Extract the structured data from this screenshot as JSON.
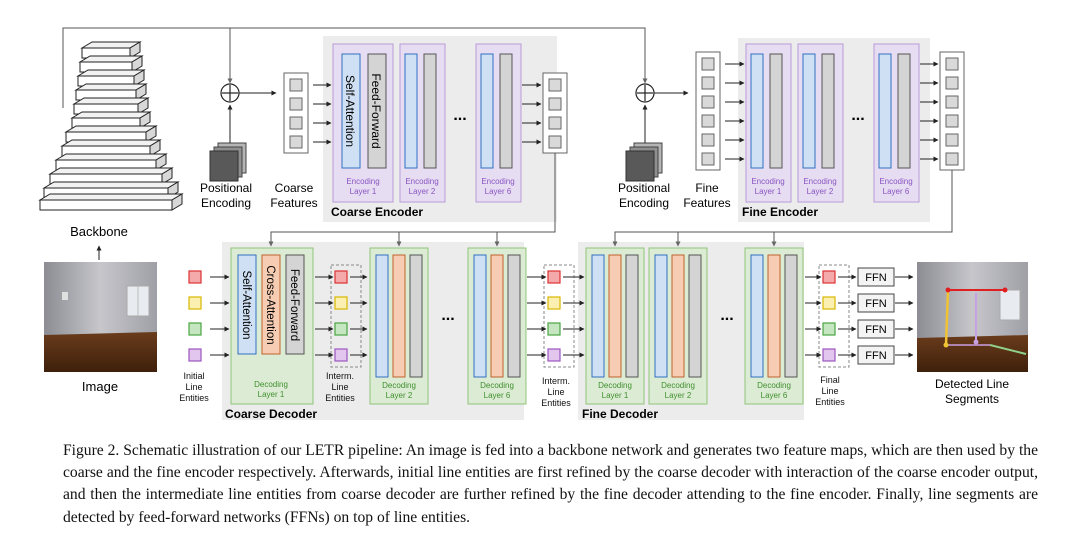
{
  "labels": {
    "backbone": "Backbone",
    "image": "Image",
    "positional_encoding_line1": "Positional",
    "positional_encoding_line2": "Encoding",
    "coarse_features_line1": "Coarse",
    "coarse_features_line2": "Features",
    "fine_features_line1": "Fine",
    "fine_features_line2": "Features",
    "coarse_encoder": "Coarse Encoder",
    "fine_encoder": "Fine Encoder",
    "coarse_decoder": "Coarse Decoder",
    "fine_decoder": "Fine Decoder",
    "self_attention": "Self-Attention",
    "cross_attention": "Cross-Attention",
    "feed_forward": "Feed-Forward",
    "ellipsis": "...",
    "plus": "+",
    "encoding": "Encoding",
    "decoding": "Decoding",
    "layer_1": "Layer 1",
    "layer_2": "Layer 2",
    "layer_6": "Layer 6",
    "initial_line_entities": [
      "Initial",
      "Line",
      "Entities"
    ],
    "interm_line_entities_coarse": [
      "Interm.",
      "Line",
      "Entities"
    ],
    "interm_line_entities_fine": [
      "Interm.",
      "Line",
      "Entities"
    ],
    "final_line_entities": [
      "Final",
      "Line",
      "Entities"
    ],
    "ffn": "FFN",
    "detected_line_segments_line1": "Detected Line",
    "detected_line_segments_line2": "Segments"
  },
  "colors": {
    "encoder_layer": "#e6ddf2",
    "decoder_layer": "#dcebd3",
    "self_attention": "#cfe0f4",
    "cross_attention": "#f6ccb2",
    "feed_forward": "#d4d4d4",
    "module_panel": "#ececec",
    "entity_red": "#f4aaaa",
    "entity_yellow": "#fbefb2",
    "entity_green": "#c5e6c0",
    "entity_purple": "#e3c6ee"
  },
  "caption": "Figure 2. Schematic illustration of our LETR pipeline: An image is fed into a backbone network and generates two feature maps, which are then used by the coarse and the fine encoder respectively. Afterwards, initial line entities are first refined by the coarse decoder with interaction of the coarse encoder output, and then the intermediate line entities from coarse decoder are further refined by the fine decoder attending to the fine encoder. Finally, line segments are detected by feed-forward networks (FFNs) on top of line entities."
}
